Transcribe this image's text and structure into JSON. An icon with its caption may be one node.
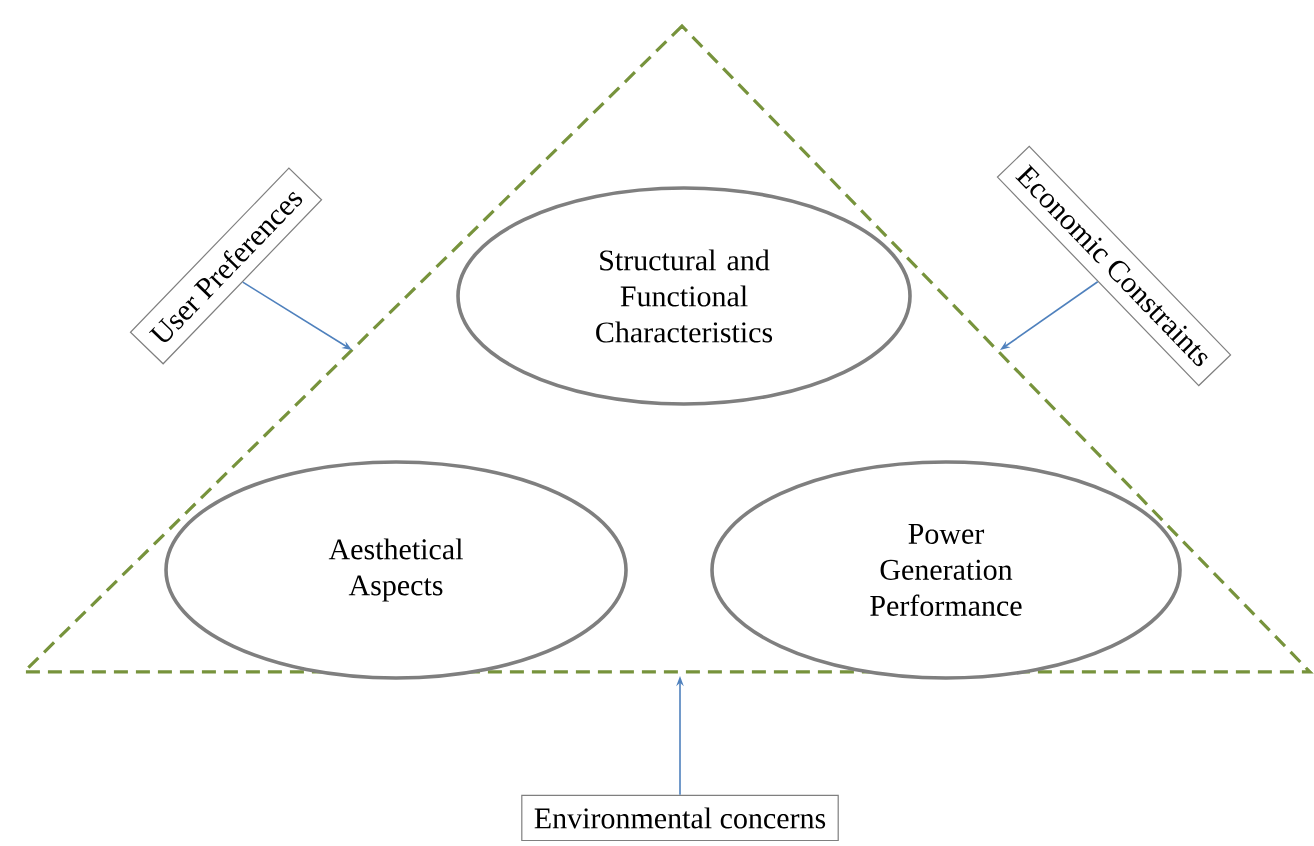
{
  "diagram": {
    "nodes": [
      {
        "text": [],
        "shape": "triangle"
      },
      {
        "text": [
          "Structural and Functional Characteristics"
        ],
        "in": 0
      },
      {
        "text": [
          "Aesthetical Aspects"
        ],
        "in": 0
      },
      {
        "text": [
          "Power Generation Performance"
        ],
        "in": 0
      },
      {
        "text": [
          "User Preferences"
        ]
      },
      {
        "text": [
          "Economic Constraints"
        ]
      },
      {
        "text": [
          "Environmental concerns"
        ]
      }
    ],
    "edges": [
      {
        "from": 4,
        "to": 0,
        "arrow": "to"
      },
      {
        "from": 5,
        "to": 0,
        "arrow": "to"
      },
      {
        "from": 6,
        "to": 0,
        "arrow": "to"
      }
    ]
  }
}
